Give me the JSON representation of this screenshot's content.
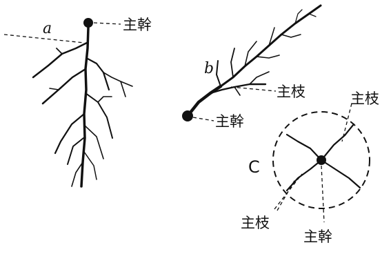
{
  "diagram": {
    "a": {
      "letter": "a",
      "trunk_label": "主幹"
    },
    "b": {
      "letter": "b",
      "branch_label": "主枝",
      "trunk_label": "主幹"
    },
    "c": {
      "letter": "C",
      "branch_label_top": "主枝",
      "branch_label_bottom": "主枝",
      "trunk_label": "主幹"
    }
  }
}
